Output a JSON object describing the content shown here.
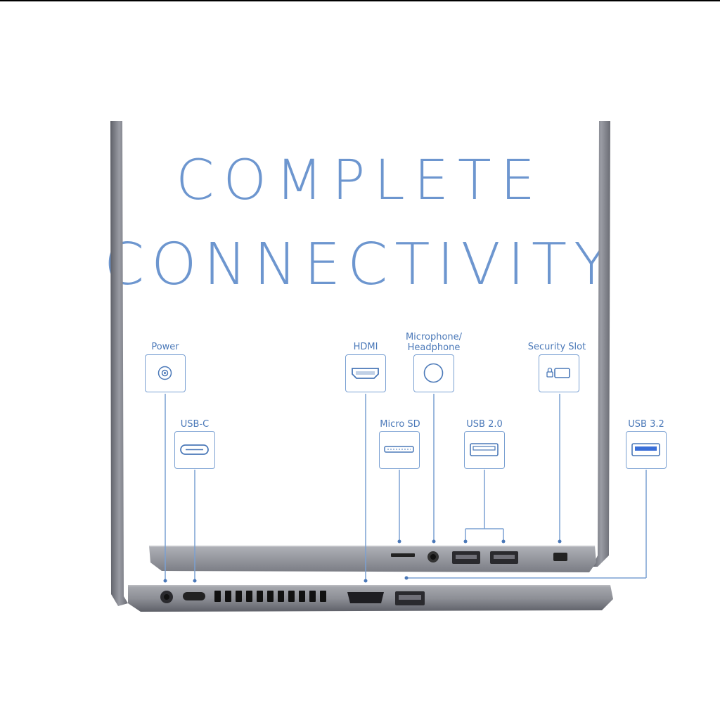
{
  "headline": {
    "line1": "COMPLETE",
    "line2": "CONNECTIVITY"
  },
  "ports": [
    {
      "id": "power",
      "label": "Power",
      "icon": "power-jack-icon"
    },
    {
      "id": "usb-c",
      "label": "USB-C",
      "icon": "usb-c-icon"
    },
    {
      "id": "hdmi",
      "label": "HDMI",
      "icon": "hdmi-icon"
    },
    {
      "id": "micro-sd",
      "label": "Micro SD",
      "icon": "micro-sd-icon"
    },
    {
      "id": "audio",
      "label": "Microphone/\nHeadphone",
      "icon": "audio-jack-icon"
    },
    {
      "id": "usb-2",
      "label": "USB 2.0",
      "icon": "usb-a-icon"
    },
    {
      "id": "security",
      "label": "Security Slot",
      "icon": "lock-slot-icon"
    },
    {
      "id": "usb-3",
      "label": "USB 3.2",
      "icon": "usb-a-blue-icon"
    }
  ],
  "colors": {
    "accent": "#4a78b8",
    "line": "#6d96cf",
    "laptop": "#8b8d95",
    "usb3_blue": "#3a6fd8"
  }
}
